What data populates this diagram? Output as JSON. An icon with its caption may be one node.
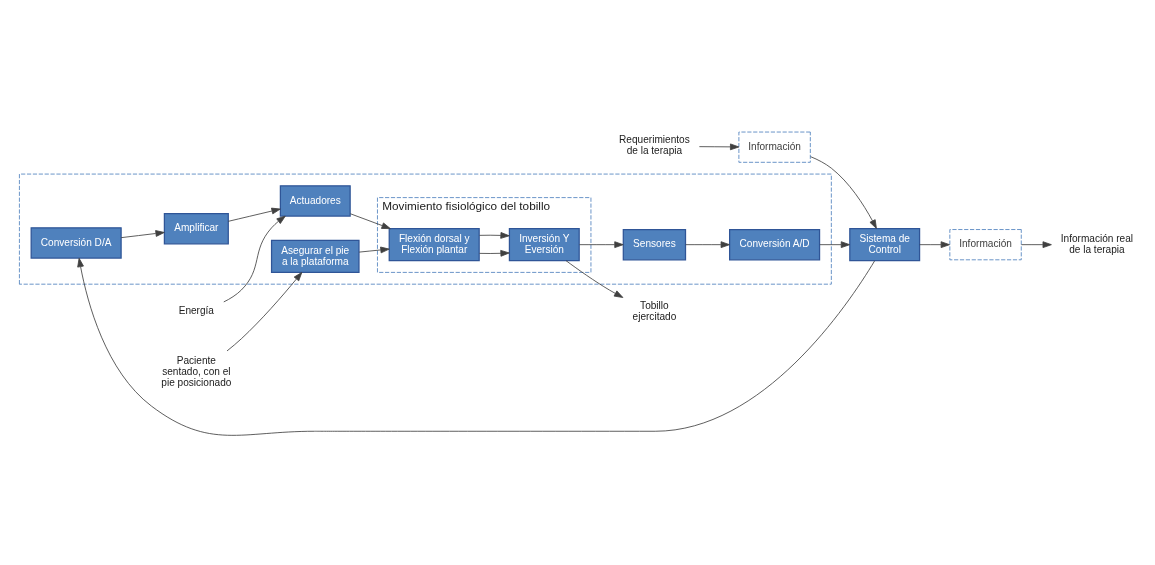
{
  "diagram": {
    "nodes": [
      {
        "text": [
          "Requerimientos de la terapia"
        ]
      },
      {
        "text": [
          "Información"
        ]
      },
      {
        "text": [
          "Sistema de Control"
        ]
      },
      {
        "text": [
          "Información"
        ]
      },
      {
        "text": [
          "Información real de la terapia"
        ]
      },
      {
        "text": [],
        "shape": "box"
      },
      {
        "text": [
          "Conversión D/A"
        ],
        "in": 5
      },
      {
        "text": [
          "Amplificar"
        ],
        "in": 5
      },
      {
        "text": [
          "Energía"
        ]
      },
      {
        "text": [
          "Actuadores"
        ],
        "in": 5
      },
      {
        "text": [
          "Paciente sentado, con el pie posicionado"
        ]
      },
      {
        "text": [
          "Asegurar el pie a la plataforma"
        ],
        "in": 5
      },
      {
        "text": [
          "Movimiento fisiológico del tobillo"
        ],
        "in": 5
      },
      {
        "text": [
          "Flexión dorsal y Flexión plantar"
        ],
        "in": 12
      },
      {
        "text": [
          "Inversión Y Eversión"
        ],
        "in": 12
      },
      {
        "text": [
          "Sensores"
        ],
        "in": 5
      },
      {
        "text": [
          "Conversión A/D"
        ],
        "in": 5
      },
      {
        "text": [
          "Tobillo ejercitado"
        ]
      }
    ],
    "edges": [
      {
        "from": 0,
        "to": 1,
        "arrow": "to"
      },
      {
        "from": 1,
        "to": 2,
        "arrow": "to"
      },
      {
        "from": 2,
        "to": 3,
        "arrow": "to"
      },
      {
        "from": 3,
        "to": 4,
        "arrow": "to"
      },
      {
        "from": 2,
        "to": 6,
        "arrow": "to"
      },
      {
        "from": 6,
        "to": 7,
        "arrow": "to"
      },
      {
        "from": 7,
        "to": 9,
        "arrow": "to"
      },
      {
        "from": 8,
        "to": 9,
        "arrow": "to"
      },
      {
        "from": 9,
        "to": 13,
        "arrow": "to"
      },
      {
        "from": 10,
        "to": 11,
        "arrow": "to"
      },
      {
        "from": 11,
        "to": 13,
        "arrow": "to"
      },
      {
        "from": 13,
        "to": 14,
        "arrow": "to"
      },
      {
        "from": 13,
        "to": 14,
        "arrow": "to"
      },
      {
        "from": 14,
        "to": 15,
        "arrow": "to"
      },
      {
        "from": 14,
        "to": 17,
        "arrow": "to"
      },
      {
        "from": 15,
        "to": 16,
        "arrow": "to"
      },
      {
        "from": 16,
        "to": 2,
        "arrow": "to"
      }
    ]
  }
}
